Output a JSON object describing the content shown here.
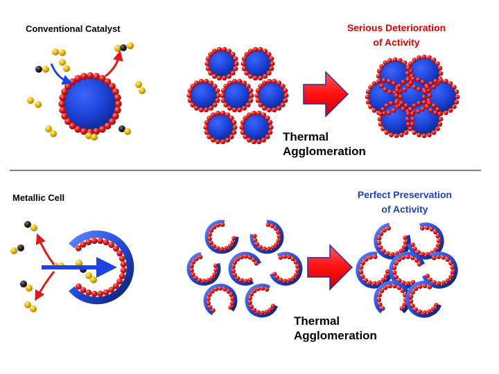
{
  "colors": {
    "particle_blue": "#1a3fd0",
    "particle_edge": "#0b2585",
    "active_red": "#d8121a",
    "reactant_gold": "#e6b800",
    "reactant_black": "#111111",
    "arrow_in_blue": "#1a45e0",
    "arrow_out_red": "#e01818",
    "big_arrow_red": "#ff1a1a",
    "big_arrow_edge": "#2a2aa8",
    "deterioration_text": "#e00000",
    "preservation_text": "#1a3fc0",
    "divider": "#000000"
  },
  "top_panel": {
    "title": "Conventional Catalyst",
    "process_label_line1": "Thermal",
    "process_label_line2": "Agglomeration",
    "result_line1": "Serious Deterioration",
    "result_line2": "of Activity"
  },
  "bottom_panel": {
    "title": "Metallic Cell",
    "process_label_line1": "Thermal",
    "process_label_line2": "Agglomeration",
    "result_line1": "Perfect Preservation",
    "result_line2": "of Activity"
  }
}
